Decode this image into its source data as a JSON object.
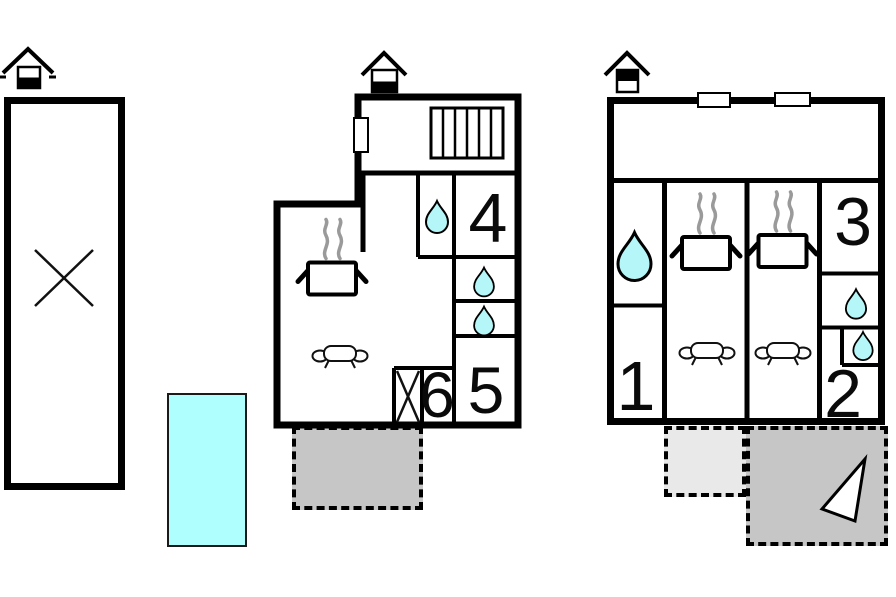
{
  "colors": {
    "wall": "#000000",
    "water": "#b5f6f8",
    "pool": "#b0ffff",
    "terrace": "#c6c6c6",
    "patio_light": "#e9e9e9",
    "steam": "#9a9a9a"
  },
  "rooms": {
    "r1": "1",
    "r2": "2",
    "r3": "3",
    "r4": "4",
    "r5": "5",
    "r6": "6"
  },
  "icons": {
    "chimney": "chimney-icon",
    "water_drop": "water-drop-icon",
    "stove": "stove-icon",
    "sofa": "sofa-icon",
    "stairs": "stairs-icon",
    "cross": "cross-icon",
    "window": "window-icon",
    "direction_arrow": "direction-arrow-icon"
  }
}
